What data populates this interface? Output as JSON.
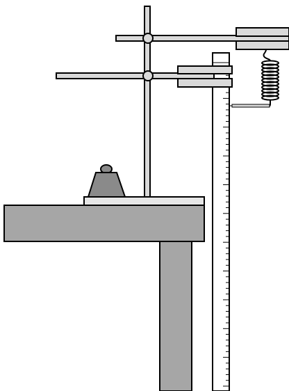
{
  "diagram": {
    "description_text": "",
    "colors": {
      "background": "#ffffff",
      "table": "#a6a6a6",
      "table_leg": "#a6a6a6",
      "stand_base": "#e6e6e6",
      "rod": "#d9d9d9",
      "clamp": "#d9d9d9",
      "weight": "#8a8a8a",
      "ruler": "#ffffff",
      "outline": "#000000"
    },
    "icons": {
      "spring": "spring-icon",
      "weight": "weight-icon",
      "ruler": "ruler-icon"
    },
    "ruler": {
      "major_ticks": 11,
      "minor_per_major": 4
    },
    "spring": {
      "coils": 11
    }
  }
}
